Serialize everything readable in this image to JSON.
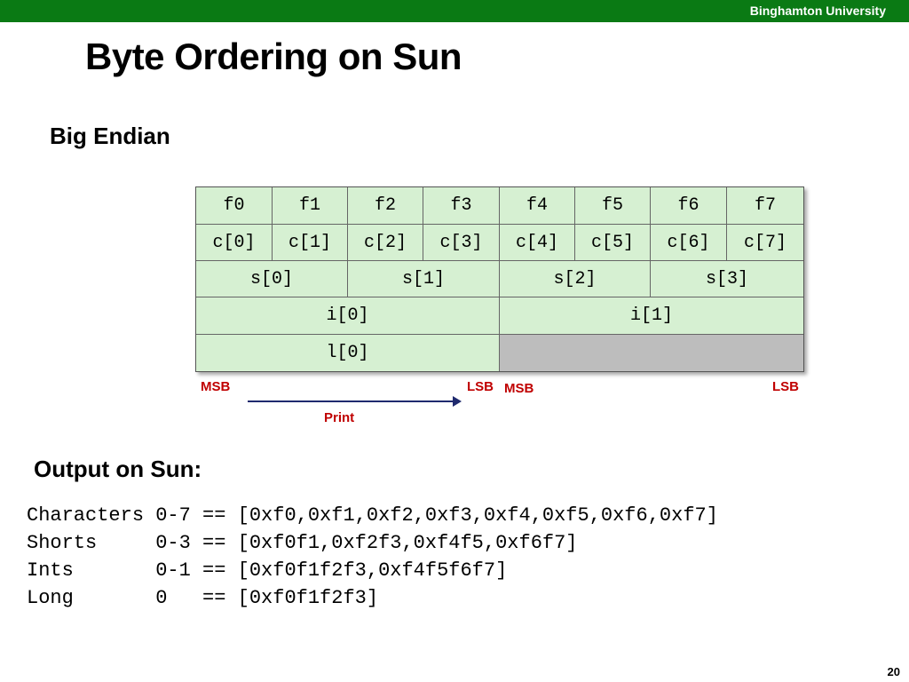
{
  "header": {
    "organization": "Binghamton University"
  },
  "slide": {
    "title": "Byte Ordering on Sun",
    "subtitle": "Big Endian",
    "page_number": "20"
  },
  "layout_table": {
    "rows": [
      [
        "f0",
        "f1",
        "f2",
        "f3",
        "f4",
        "f5",
        "f6",
        "f7"
      ],
      [
        "c[0]",
        "c[1]",
        "c[2]",
        "c[3]",
        "c[4]",
        "c[5]",
        "c[6]",
        "c[7]"
      ],
      [
        "s[0]",
        "s[1]",
        "s[2]",
        "s[3]"
      ],
      [
        "i[0]",
        "i[1]"
      ],
      [
        "l[0]",
        ""
      ]
    ],
    "cell_color": "#d6f0d2",
    "empty_color": "#bdbdbd"
  },
  "annotations": {
    "msb_left": "MSB",
    "lsb_left": "LSB",
    "msb_right": "MSB",
    "lsb_right": "LSB",
    "print_label": "Print",
    "label_color": "#c00000",
    "arrow_color": "#1f2a6e"
  },
  "output": {
    "title": "Output on Sun:",
    "lines": [
      "Characters 0-7 == [0xf0,0xf1,0xf2,0xf3,0xf4,0xf5,0xf6,0xf7]",
      "Shorts     0-3 == [0xf0f1,0xf2f3,0xf4f5,0xf6f7]",
      "Ints       0-1 == [0xf0f1f2f3,0xf4f5f6f7]",
      "Long       0   == [0xf0f1f2f3]"
    ]
  },
  "theme": {
    "header_color": "#0a7a14"
  }
}
